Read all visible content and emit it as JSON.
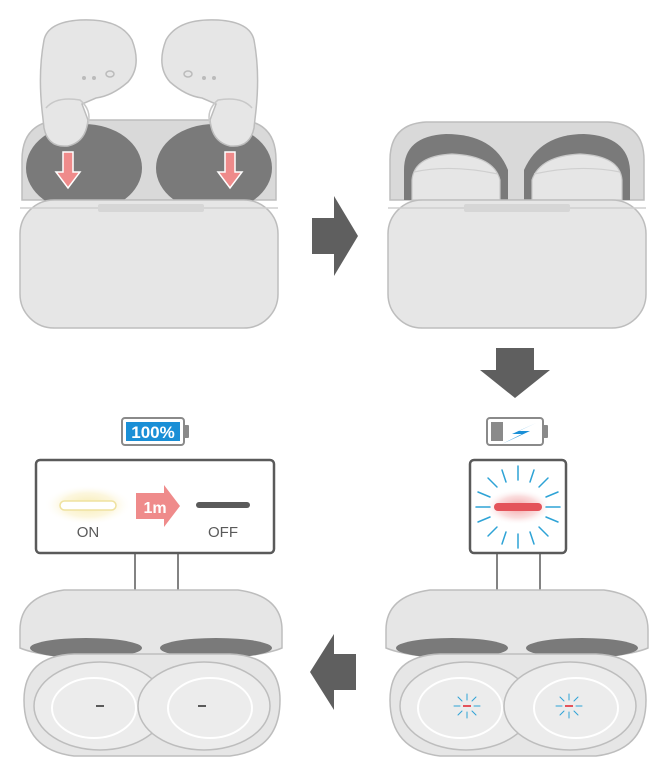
{
  "battery_full": {
    "text": "100%",
    "color": "#1a8fd6"
  },
  "battery_charging": {
    "icon": "lightning-icon",
    "color": "#1a8fd6"
  },
  "indicator_panel": {
    "on_label": "ON",
    "off_label": "OFF",
    "timer_label": "1m",
    "timer_color": "#ef8b8b",
    "on_glow_color": "#f3e27a"
  },
  "charging_led": {
    "color": "#e4535a",
    "flash_color": "#2ea3d6"
  },
  "insert_arrow_color": "#ef8b8b",
  "step_arrow_color": "#5f5f5f"
}
